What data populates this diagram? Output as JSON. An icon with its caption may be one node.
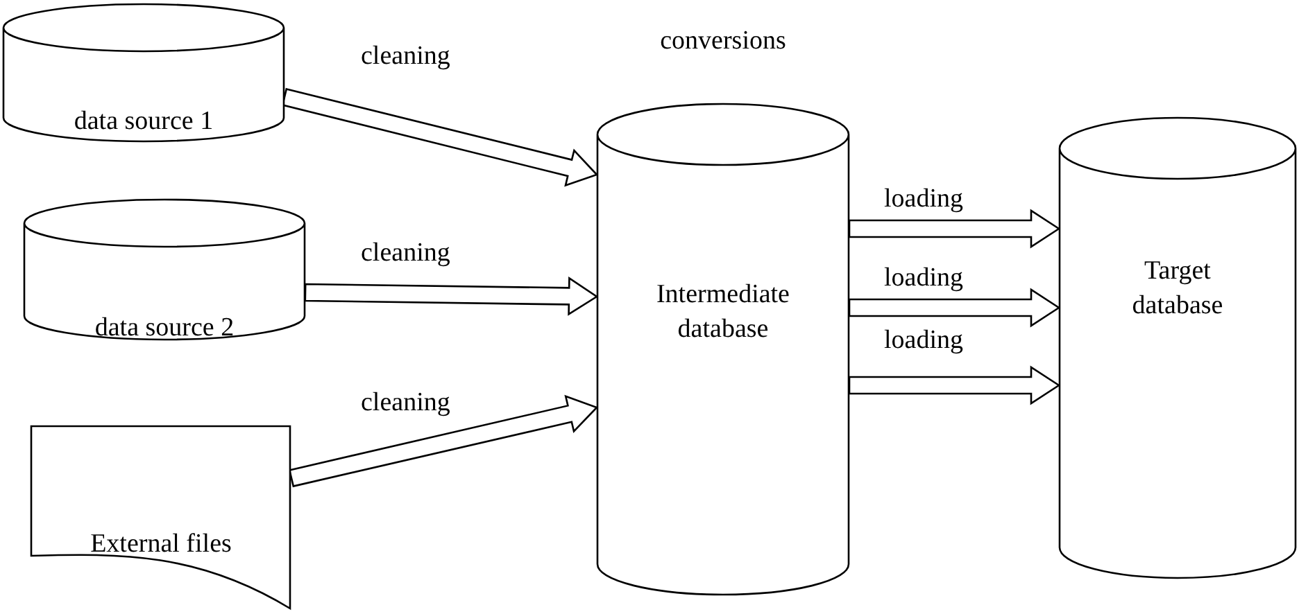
{
  "diagram": {
    "nodes": [
      {
        "text": [
          "data source 1"
        ]
      },
      {
        "text": [
          "data source 2"
        ]
      },
      {
        "text": [
          "External files"
        ]
      },
      {
        "text": [
          "Intermediate database"
        ],
        "beside": [
          "conversions"
        ]
      },
      {
        "text": [
          "Target database"
        ]
      }
    ],
    "edges": [
      {
        "from": 0,
        "to": 3,
        "arrow": "to",
        "label": "cleaning"
      },
      {
        "from": 1,
        "to": 3,
        "arrow": "to",
        "label": "cleaning"
      },
      {
        "from": 2,
        "to": 3,
        "arrow": "to",
        "label": "cleaning"
      },
      {
        "from": 3,
        "to": 4,
        "arrow": "to",
        "label": "loading"
      },
      {
        "from": 3,
        "to": 4,
        "arrow": "to",
        "label": "loading"
      },
      {
        "from": 3,
        "to": 4,
        "arrow": "to",
        "label": "loading"
      }
    ]
  }
}
